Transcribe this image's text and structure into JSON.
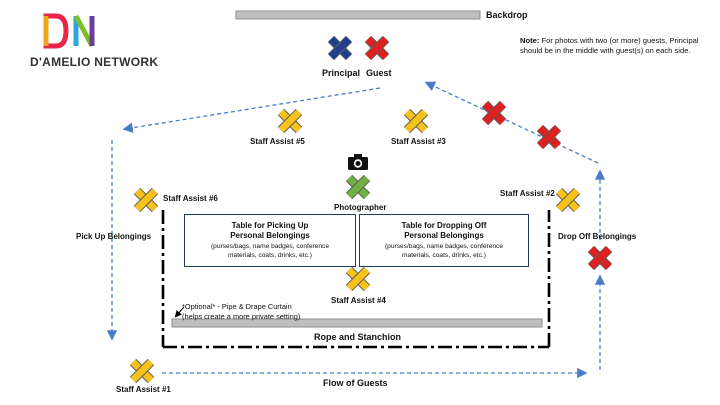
{
  "logo": {
    "wordmark": "D'AMELIO NETWORK",
    "colors": [
      "#e8254a",
      "#2ea4dc",
      "#7bbf2a",
      "#f4a51c",
      "#6a3d98"
    ]
  },
  "backdrop_label": "Backdrop",
  "principal_label": "Principal",
  "guest_label": "Guest",
  "note": {
    "prefix": "Note:",
    "text": "For photos with two (or more) guests, Principal should be in the middle with guest(s) on each side."
  },
  "staff": {
    "s5": "Staff Assist #5",
    "s3": "Staff Assist #3",
    "s6": "Staff Assist #6",
    "s2": "Staff Assist #2",
    "s4": "Staff Assist #4",
    "s1": "Staff Assist #1"
  },
  "photographer_label": "Photographer",
  "pickup_label": "Pick Up Belongings",
  "dropoff_label": "Drop Off Belongings",
  "table_pickup": {
    "title_line1": "Table for Picking Up",
    "title_line2": "Personal Belongings",
    "desc_line1": "(purses/bags, name badges, conference",
    "desc_line2": "materials, coats, drinks, etc.)"
  },
  "table_dropoff": {
    "title_line1": "Table for Dropping Off",
    "title_line2": "Personal Belongings",
    "desc_line1": "(purses/bags, name badges, conference",
    "desc_line2": "materials, coats, drinks, etc.)"
  },
  "curtain": {
    "title": "*Optional* - Pipe & Drape Curtain",
    "subtitle": "(helps create a more private setting)"
  },
  "rope_label": "Rope and Stanchion",
  "flow_label": "Flow of Guests",
  "colors": {
    "staff": "#f7c31b",
    "principal": "#1f3f8a",
    "guest": "#e02020",
    "photographer": "#72b043",
    "arrow": "#4a7cc8",
    "table_border": "#1f3864",
    "bar": "#bfbfbf"
  },
  "icons": [
    "camera-icon",
    "pointer-arrow-icon"
  ]
}
